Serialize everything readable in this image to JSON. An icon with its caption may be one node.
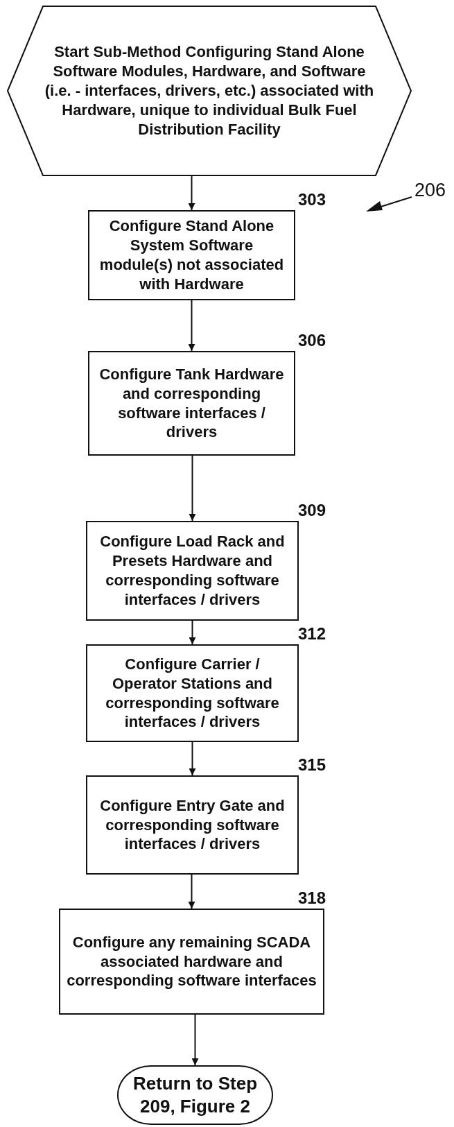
{
  "diagram": {
    "nodes": [
      {
        "text": [
          "Start Sub-Method Configuring Stand Alone Software Modules, Hardware, and Software (i.e. - interfaces, drivers, etc.) associated with Hardware, unique to individual Bulk Fuel Distribution Facility"
        ]
      },
      {
        "text": [
          "Configure Stand Alone System Software module(s) not associated with Hardware"
        ],
        "beside": [
          "303"
        ]
      },
      {
        "text": [
          "Configure Tank Hardware and corresponding software interfaces / drivers"
        ],
        "beside": [
          "306"
        ]
      },
      {
        "text": [
          "Configure Load Rack and Presets Hardware and corresponding software interfaces / drivers"
        ],
        "beside": [
          "309"
        ]
      },
      {
        "text": [
          "Configure Carrier / Operator Stations and corresponding software interfaces / drivers"
        ],
        "beside": [
          "312"
        ]
      },
      {
        "text": [
          "Configure Entry Gate and corresponding software interfaces / drivers"
        ],
        "beside": [
          "315"
        ]
      },
      {
        "text": [
          "Configure any remaining SCADA associated hardware and corresponding software interfaces"
        ],
        "beside": [
          "318"
        ]
      },
      {
        "text": [
          "Return to Step 209, Figure 2"
        ]
      }
    ],
    "edges": [
      {
        "from": 0,
        "to": 1,
        "arrow": "to"
      },
      {
        "from": 1,
        "to": 2,
        "arrow": "to"
      },
      {
        "from": 2,
        "to": 3,
        "arrow": "to"
      },
      {
        "from": 3,
        "to": 4,
        "arrow": "to"
      },
      {
        "from": 4,
        "to": 5,
        "arrow": "to"
      },
      {
        "from": 5,
        "to": 6,
        "arrow": "to"
      },
      {
        "from": 6,
        "to": 7,
        "arrow": "to"
      }
    ],
    "labels": [
      "206"
    ]
  }
}
